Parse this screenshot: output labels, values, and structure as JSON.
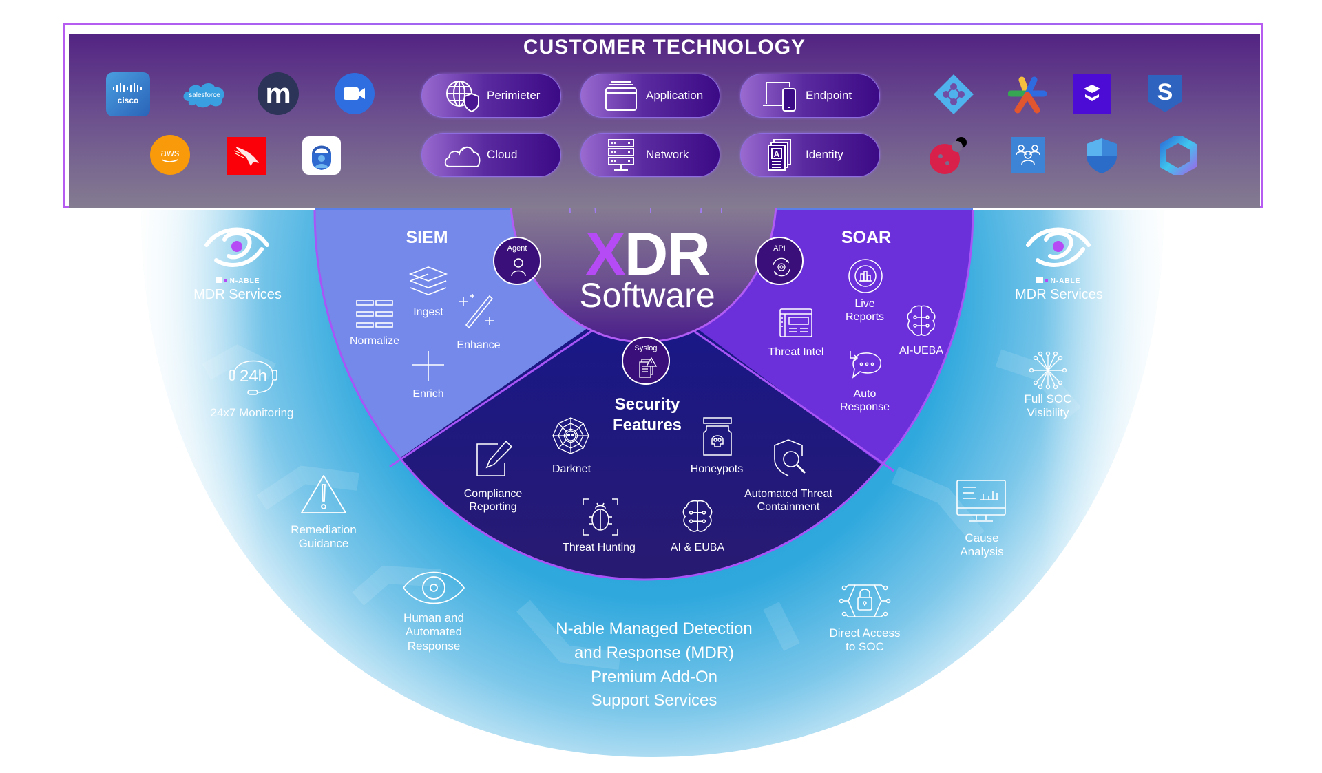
{
  "customer_technology": {
    "title": "CUSTOMER TECHNOLOGY",
    "left_logos": [
      {
        "name": "cisco",
        "text": "cisco"
      },
      {
        "name": "salesforce",
        "text": "salesforce"
      },
      {
        "name": "m-logo",
        "text": "m"
      },
      {
        "name": "zoom-video",
        "text": ""
      },
      {
        "name": "aws",
        "text": "aws"
      },
      {
        "name": "crowdstrike",
        "text": ""
      },
      {
        "name": "microsoft-authenticator",
        "text": ""
      }
    ],
    "right_logos": [
      {
        "name": "azure-ad",
        "text": ""
      },
      {
        "name": "google-workspace-admin",
        "text": ""
      },
      {
        "name": "stackone",
        "text": ""
      },
      {
        "name": "sophos",
        "text": "S"
      },
      {
        "name": "red-app",
        "text": ""
      },
      {
        "name": "microsoft-teams-groups",
        "text": ""
      },
      {
        "name": "microsoft-defender",
        "text": ""
      },
      {
        "name": "microsoft-365",
        "text": ""
      }
    ],
    "pills": [
      {
        "label": "Perimieter",
        "icon": "globe-shield-icon"
      },
      {
        "label": "Application",
        "icon": "app-window-icon"
      },
      {
        "label": "Endpoint",
        "icon": "laptop-phone-icon"
      },
      {
        "label": "Cloud",
        "icon": "cloud-icon"
      },
      {
        "label": "Network",
        "icon": "server-rack-icon"
      },
      {
        "label": "Identity",
        "icon": "id-card-icon"
      }
    ]
  },
  "xdr": {
    "title_x": "X",
    "title_dr": "DR",
    "subtitle": "Software",
    "hubs": {
      "agent": "Agent",
      "api": "API",
      "syslog": "Syslog"
    }
  },
  "siem": {
    "title": "SIEM",
    "items": [
      {
        "label": "Ingest",
        "icon": "layers-icon"
      },
      {
        "label": "Normalize",
        "icon": "grid-rows-icon"
      },
      {
        "label": "Enhance",
        "icon": "magic-wand-icon"
      },
      {
        "label": "Enrich",
        "icon": "plus-icon"
      }
    ]
  },
  "soar": {
    "title": "SOAR",
    "items": [
      {
        "label_lines": [
          "Live",
          "Reports"
        ],
        "icon": "live-report-icon"
      },
      {
        "label_lines": [
          "Threat Intel"
        ],
        "icon": "threat-intel-icon"
      },
      {
        "label_lines": [
          "AI-UEBA"
        ],
        "icon": "brain-circuit-icon"
      },
      {
        "label_lines": [
          "Auto",
          "Response"
        ],
        "icon": "chat-response-icon"
      }
    ]
  },
  "security_features": {
    "title_lines": [
      "Security",
      "Features"
    ],
    "items": [
      {
        "label_lines": [
          "Darknet"
        ],
        "icon": "spider-web-icon"
      },
      {
        "label_lines": [
          "Honeypots"
        ],
        "icon": "poison-jar-icon"
      },
      {
        "label_lines": [
          "Compliance",
          "Reporting"
        ],
        "icon": "edit-document-icon"
      },
      {
        "label_lines": [
          "Automated Threat",
          "Containment"
        ],
        "icon": "shield-search-icon"
      },
      {
        "label_lines": [
          "Threat Hunting"
        ],
        "icon": "bug-scan-icon"
      },
      {
        "label_lines": [
          "AI & EUBA"
        ],
        "icon": "brain-circuit-icon"
      }
    ]
  },
  "mdr": {
    "brand_small": "N-ABLE",
    "brand": "MDR Services",
    "center_lines": [
      "N-able Managed Detection",
      "and Response (MDR)",
      "Premium Add-On",
      "Support Services"
    ],
    "services": [
      {
        "label_lines": [
          "24x7 Monitoring"
        ],
        "icon": "headset-24h-icon"
      },
      {
        "label_lines": [
          "Remediation",
          "Guidance"
        ],
        "icon": "warning-triangle-icon"
      },
      {
        "label_lines": [
          "Human and",
          "Automated",
          "Response"
        ],
        "icon": "eye-icon"
      },
      {
        "label_lines": [
          "Full SOC",
          "Visibility"
        ],
        "icon": "network-burst-icon"
      },
      {
        "label_lines": [
          "Cause",
          "Analysis"
        ],
        "icon": "monitor-chart-icon"
      },
      {
        "label_lines": [
          "Direct Access",
          "to SOC"
        ],
        "icon": "lock-circuit-icon"
      }
    ]
  },
  "colors": {
    "tech_top": "#532483",
    "tech_bottom": "#847c91",
    "siem": "#7489ea",
    "soar": "#6b30d9",
    "security": "#1f1a78",
    "xdr_accent": "#b44bf5",
    "halo": "#2ea7dc",
    "divider": "#a855f7"
  }
}
